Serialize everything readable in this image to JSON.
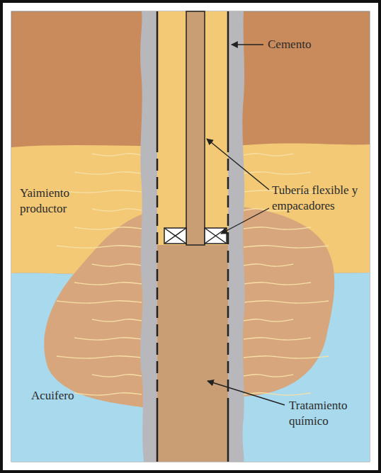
{
  "diagram": {
    "nodes": [
      {
        "text": [
          "Yaimiento productor"
        ]
      },
      {
        "text": [
          "Acuifero"
        ]
      }
    ],
    "labels": [
      "Cemento",
      "Tubería flexible y empacadores",
      "Tratamiento químico"
    ]
  }
}
